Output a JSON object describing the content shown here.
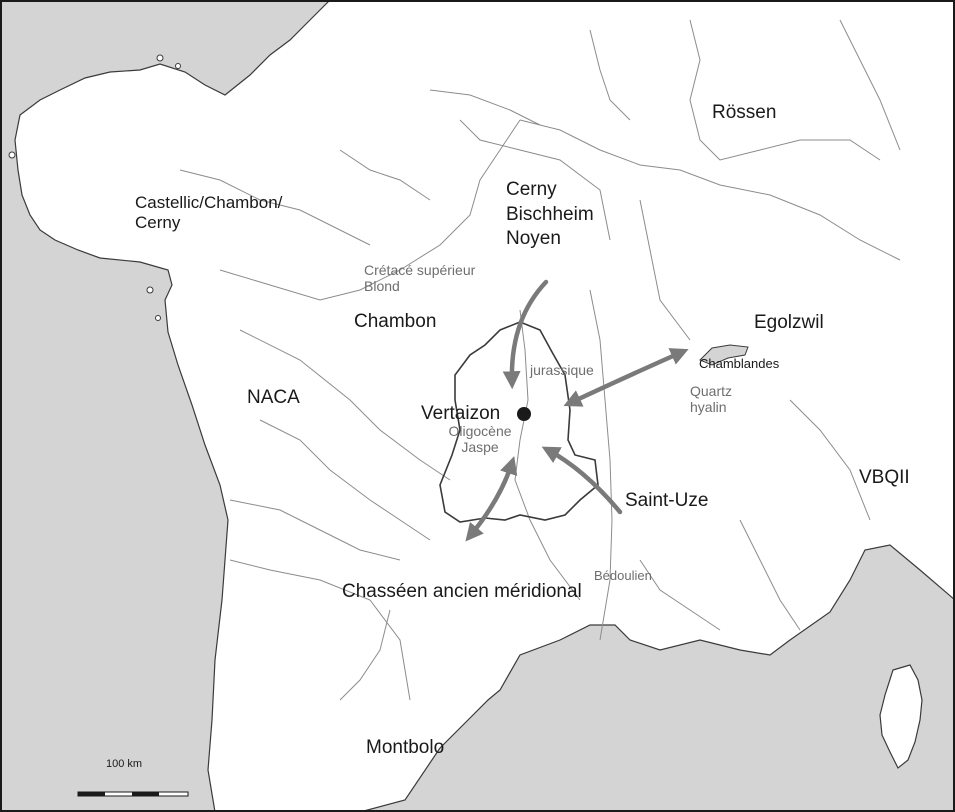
{
  "colors": {
    "sea": "#d4d4d4",
    "land": "#ffffff",
    "river": "#8c8c8c",
    "border": "#3a3a3a",
    "arrow": "#7a7a7a",
    "label_dark": "#1a1a1a",
    "label_source": "#6e6e6e"
  },
  "cultures": {
    "rossen": "Rössen",
    "cerny_group": [
      "Cerny",
      "Bischheim",
      "Noyen"
    ],
    "castellic": [
      "Castellic/Chambon/",
      "Cerny"
    ],
    "chambon": "Chambon",
    "egolzwil": "Egolzwil",
    "naca": "NACA",
    "vbqii": "VBQII",
    "saint_uze": "Saint-Uze",
    "chasseen": "Chasséen ancien méridional",
    "montbolo": "Montbolo",
    "chamblandes": "Chamblandes"
  },
  "site": {
    "name": "Vertaizon"
  },
  "raw_materials": {
    "cretace": [
      "Crétacé supérieur",
      "Blond"
    ],
    "jurassique": "jurassique",
    "oligocene": [
      "Oligocène",
      "Jaspe"
    ],
    "quartz": [
      "Quartz",
      "hyalin"
    ],
    "bedoulien": "Bédoulien"
  },
  "scale_bar": {
    "label": "100 km"
  }
}
